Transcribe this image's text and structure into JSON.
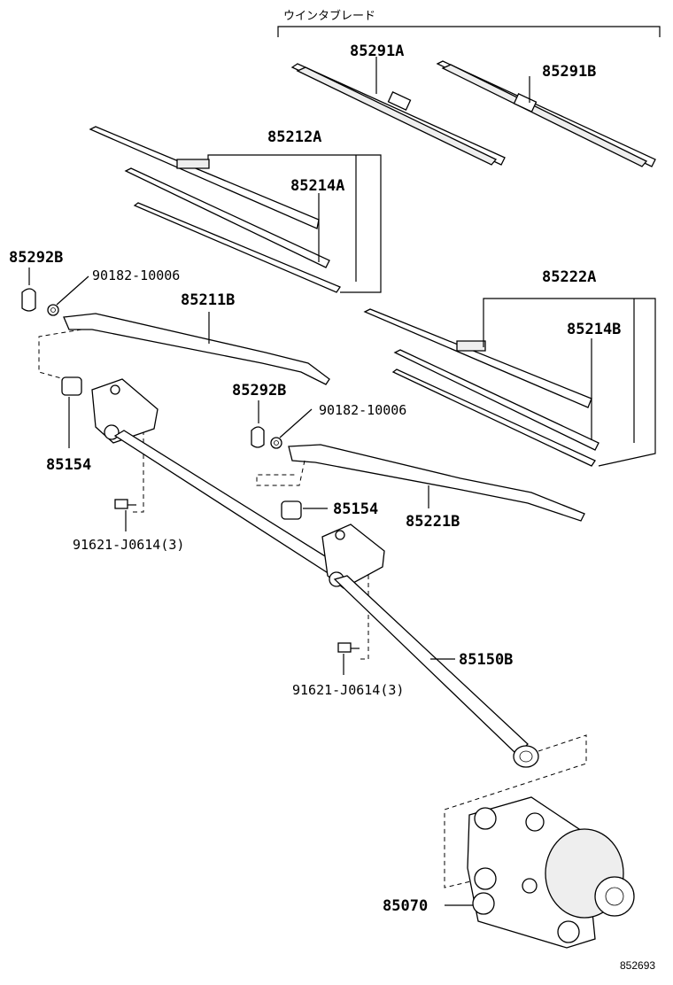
{
  "labels": {
    "wiper_blade_header": "ウインタブレード",
    "p85291A": "85291A",
    "p85291B": "85291B",
    "p85212A": "85212A",
    "p85214A": "85214A",
    "p85292B_left": "85292B",
    "p90182_left": "90182-10006",
    "p85211B": "85211B",
    "p85222A": "85222A",
    "p85214B": "85214B",
    "p85292B_right": "85292B",
    "p90182_right": "90182-10006",
    "p85154_left": "85154",
    "p85154_right": "85154",
    "p85221B": "85221B",
    "p91621_left": "91621-J0614(3)",
    "p91621_right": "91621-J0614(3)",
    "p85150B": "85150B",
    "p85070": "85070",
    "diagram_code": "852693"
  }
}
